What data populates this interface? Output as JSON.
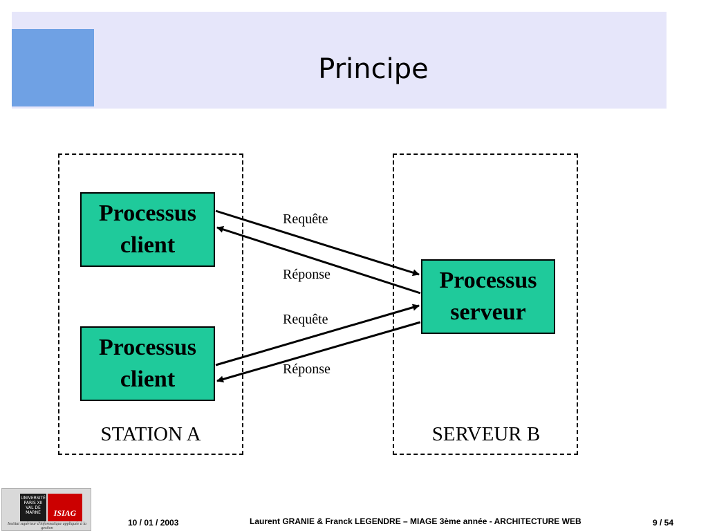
{
  "slide": {
    "title": "Principe"
  },
  "diagram": {
    "station_a_label": "STATION A",
    "station_b_label": "SERVEUR B",
    "client_1": {
      "line1": "Processus",
      "line2": "client"
    },
    "client_2": {
      "line1": "Processus",
      "line2": "client"
    },
    "server": {
      "line1": "Processus",
      "line2": "serveur"
    },
    "arrow_labels": {
      "request_1": "Requête",
      "response_1": "Réponse",
      "request_2": "Requête",
      "response_2": "Réponse"
    }
  },
  "footer": {
    "date": "10 / 01 / 2003",
    "authors": "Laurent GRANIE & Franck LEGENDRE – MIAGE 3ème année - ARCHITECTURE WEB",
    "page": "9 / 54",
    "logo": {
      "university": "UNIVERSITÉ PARIS XII VAL DE MARNE",
      "brand": "ISIAG",
      "subtitle": "Institut supérieur d'informatique appliquée à la gestion"
    }
  },
  "colors": {
    "title_band": "#e6e6fa",
    "title_square": "#6fa1e4",
    "process_box": "#1fca9b"
  }
}
